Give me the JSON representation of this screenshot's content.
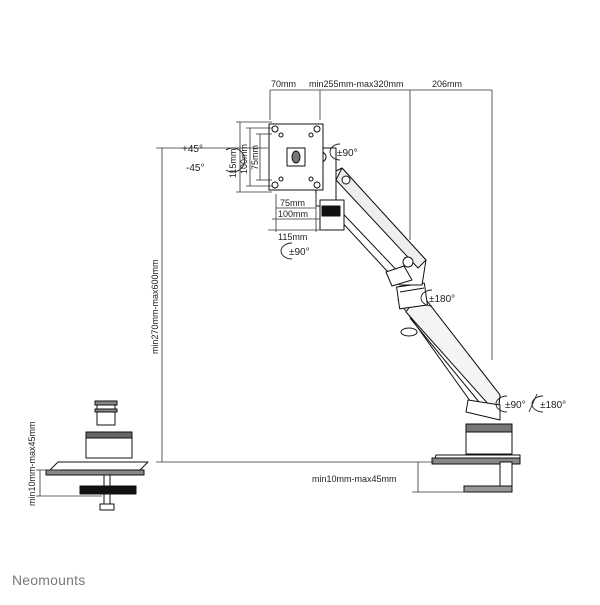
{
  "brand": "Neomounts",
  "dimensions": {
    "top_offset_1": "70mm",
    "arm_reach": "min255mm-max320mm",
    "top_offset_2": "206mm",
    "vesa_height_outer": "115mm",
    "vesa_height_mid": "100mm",
    "vesa_height_inner": "75mm",
    "vesa_width_inner": "75mm",
    "vesa_width_mid": "100mm",
    "vesa_width_outer": "115mm",
    "height_range": "min270mm-max600mm",
    "desk_thickness_clamp": "min10mm-max45mm",
    "desk_thickness_grommet": "min10mm-max45mm"
  },
  "rotations": {
    "tilt_up": "+45°",
    "tilt_down": "-45°",
    "rotation_head": "±90°",
    "swivel_head": "±90°",
    "swivel_mid": "±180°",
    "swivel_base": "±90°",
    "swivel_base_2": "±180°"
  }
}
